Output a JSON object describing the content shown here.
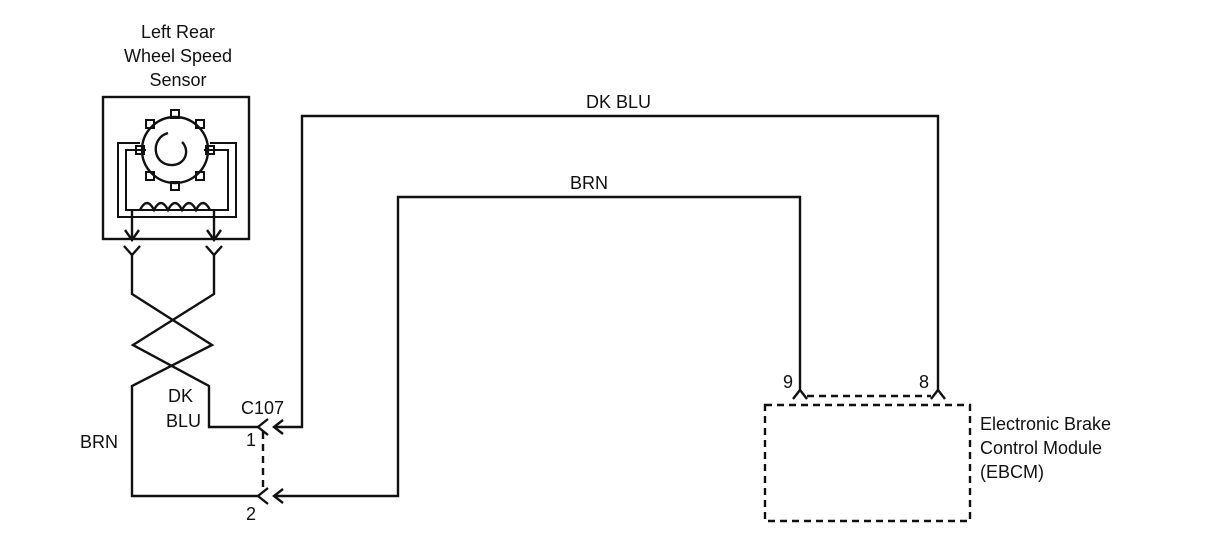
{
  "sensor": {
    "title_line1": "Left Rear",
    "title_line2": "Wheel Speed",
    "title_line3": "Sensor"
  },
  "wires": {
    "dk_blu_top": "DK BLU",
    "brn_top": "BRN",
    "dk_blu_left_line1": "DK",
    "dk_blu_left_line2": "BLU",
    "brn_left": "BRN"
  },
  "connector_c107": {
    "name": "C107",
    "pin_1": "1",
    "pin_2": "2"
  },
  "ebcm": {
    "pin_9": "9",
    "pin_8": "8",
    "title_line1": "Electronic Brake",
    "title_line2": "Control Module",
    "title_line3": "(EBCM)"
  },
  "colors": {
    "ink": "#111111",
    "background": "#ffffff"
  }
}
